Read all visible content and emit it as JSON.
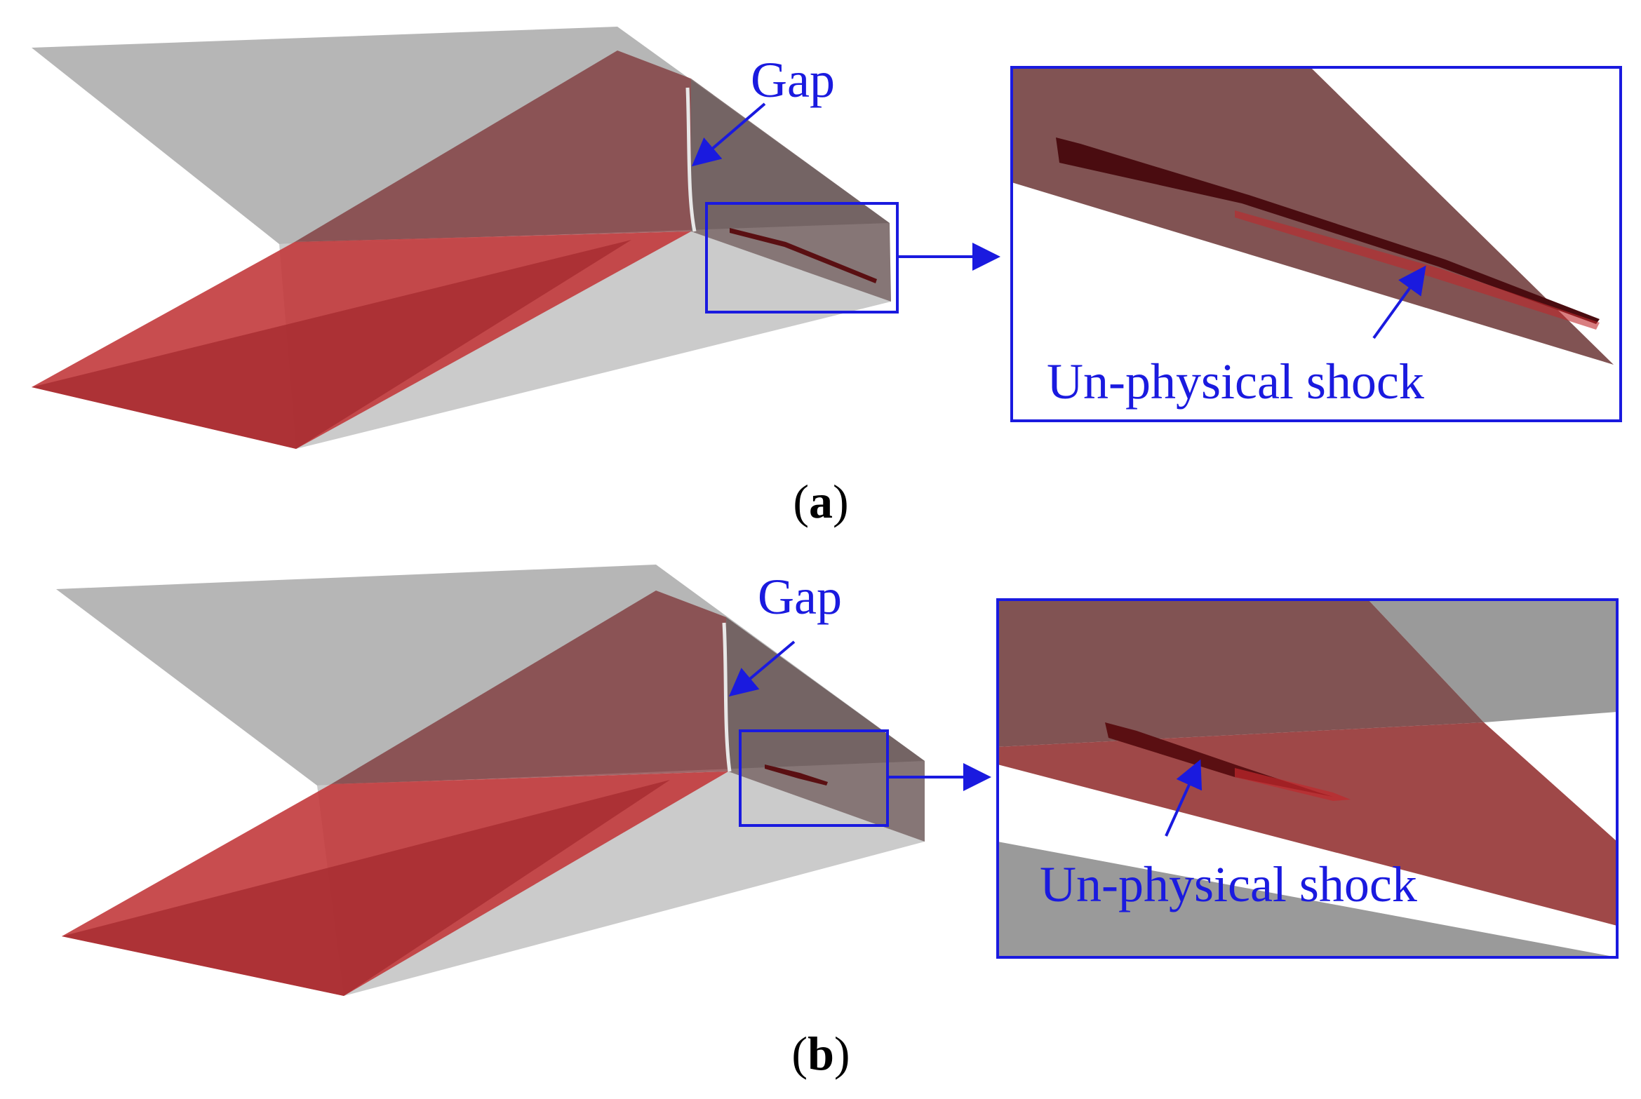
{
  "panels": [
    {
      "id": "a",
      "caption_open": "(",
      "caption_letter": "a",
      "caption_close": ")",
      "gap_label": "Gap",
      "shock_label": "Un-physical shock"
    },
    {
      "id": "b",
      "caption_open": "(",
      "caption_letter": "b",
      "caption_close": ")",
      "gap_label": "Gap",
      "shock_label": "Un-physical shock"
    }
  ],
  "colors": {
    "annotation_blue": "#1a1adf",
    "gray_surface": "#9a9a9a",
    "red_surface": "#c23a3c",
    "dark_red_surface": "#7a3a3a",
    "shock_core": "#5a0f12"
  }
}
